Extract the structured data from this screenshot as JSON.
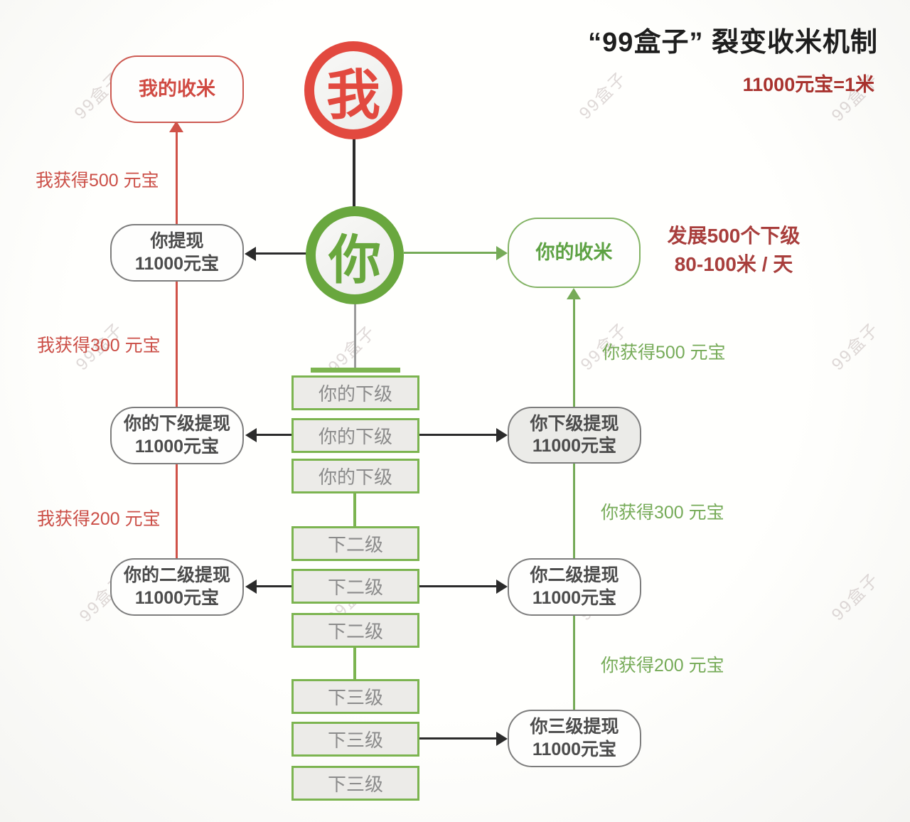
{
  "title": "“99盒子” 裂变收米机制",
  "subtitle": "11000元宝=1米",
  "watermark": "99盒子",
  "promo": {
    "line1": "发展500个下级",
    "line2": "80-100米 / 天"
  },
  "me_circle": "我",
  "you_circle": "你",
  "left_column": {
    "my_rice": "我的收米",
    "boxes": [
      {
        "line1": "你提现",
        "line2": "11000元宝"
      },
      {
        "line1": "你的下级提现",
        "line2": "11000元宝"
      },
      {
        "line1": "你的二级提现",
        "line2": "11000元宝"
      }
    ],
    "annotations": [
      "我获得500 元宝",
      "我获得300 元宝",
      "我获得200 元宝"
    ]
  },
  "right_column": {
    "your_rice": "你的收米",
    "boxes": [
      {
        "line1": "你下级提现",
        "line2": "11000元宝"
      },
      {
        "line1": "你二级提现",
        "line2": "11000元宝"
      },
      {
        "line1": "你三级提现",
        "line2": "11000元宝"
      }
    ],
    "annotations": [
      "你获得500 元宝",
      "你获得300 元宝",
      "你获得200 元宝"
    ]
  },
  "center_stacks": {
    "level1": [
      "你的下级",
      "你的下级",
      "你的下级"
    ],
    "level2": [
      "下二级",
      "下二级",
      "下二级"
    ],
    "level3": [
      "下三级",
      "下三级",
      "下三级"
    ]
  },
  "colors": {
    "red": "#e2493f",
    "dark_red": "#a83b38",
    "green": "#69a73e",
    "stack_border_green": "#7cb450",
    "line_black": "#2b2b2b",
    "line_gray": "#9b9b9b",
    "line_red": "#d05248",
    "line_green": "#76ab58"
  }
}
